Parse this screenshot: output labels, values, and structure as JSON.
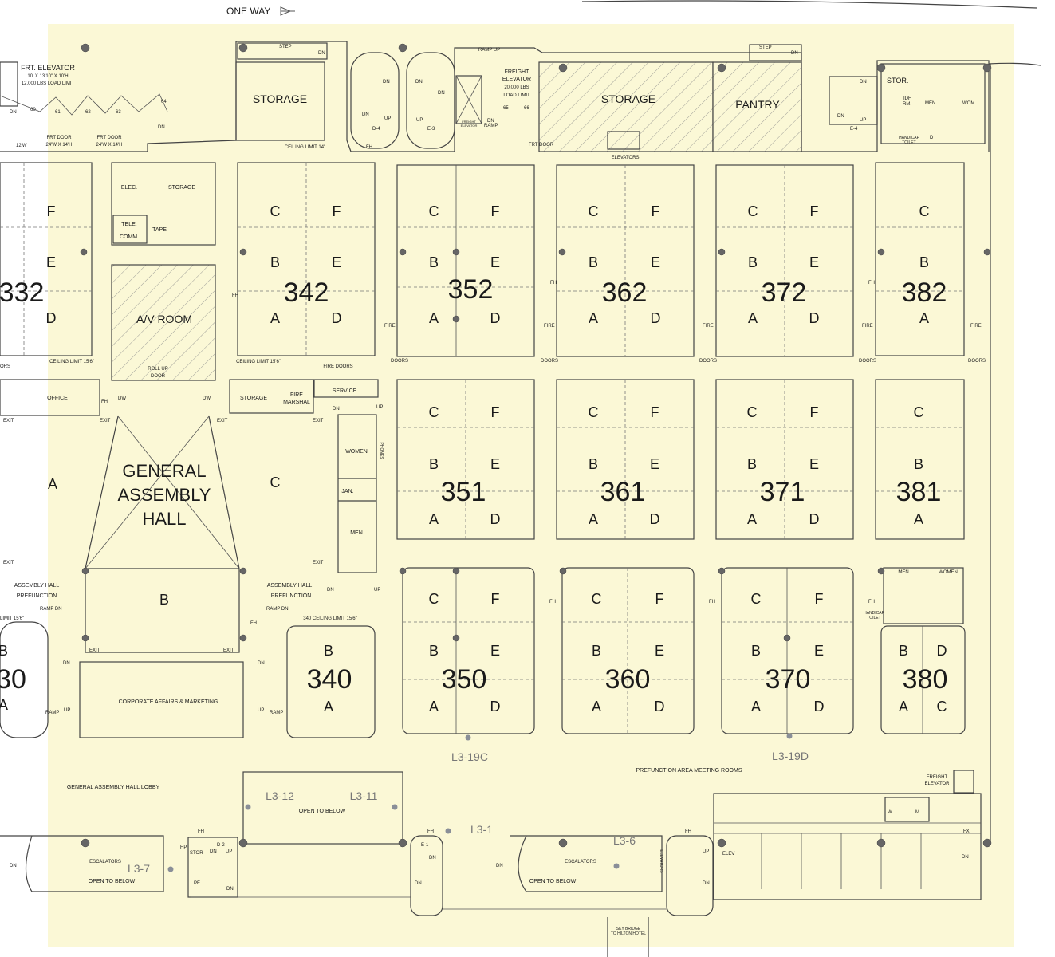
{
  "colors": {
    "highlight": "#fbf8d6",
    "walls": "#444444",
    "location_marker": "#8a8f98",
    "column": "#666666"
  },
  "top_labels": {
    "one_way": "ONE WAY",
    "frt_elevator": [
      "FRT. ELEVATOR",
      "10' X 13'10\" X 10'H",
      "12,000 LBS LOAD LIMIT"
    ],
    "frt_door": [
      "FRT DOOR",
      "24'W X 14'H"
    ],
    "width_12": "12'W",
    "dock_numbers": [
      "60",
      "61",
      "62",
      "63",
      "64"
    ],
    "step": "STEP",
    "dn": "DN",
    "up": "UP",
    "storage": "STORAGE",
    "pantry": "PANTRY",
    "ceiling_14": "CEILING LIMIT 14'",
    "fh": "FH",
    "ramp_up": "RAMP UP",
    "freight_elevator_big": [
      "FREIGHT",
      "ELEVATOR",
      "20,000 LBS",
      "LOAD LIMIT"
    ],
    "freight_elevator_small": [
      "FREIGHT",
      "ELEVATOR"
    ],
    "ramp": "RAMP",
    "num_65": "65",
    "num_66": "66",
    "frt_door_single": "FRT DOOR",
    "elevators": "ELEVATORS",
    "d4": "D-4",
    "e3": "E-3",
    "e4": "E-4",
    "stor": "STOR.",
    "idf": [
      "IDF",
      "RM."
    ],
    "men": "MEN",
    "wom": "WOM",
    "women": "WOMEN",
    "handicap_toilet": [
      "HANDICAP",
      "TOILET"
    ],
    "d": "D"
  },
  "service_rooms": {
    "elec": "ELEC.",
    "storage": "STORAGE",
    "tele": "TELE.",
    "comm": "COMM.",
    "tape": "TAPE",
    "av_room": "A/V ROOM",
    "roll_up_door": [
      "ROLL UP",
      "DOOR"
    ],
    "ceiling_156": "CEILING LIMIT 15'6\"",
    "fire_doors": "FIRE DOORS",
    "doors": "DOORS",
    "fire": "FIRE",
    "ors": "ORS",
    "office": "OFFICE",
    "exit": "EXIT",
    "dw": "DW",
    "fire_marshal": [
      "FIRE",
      "MARSHAL"
    ],
    "service": "SERVICE",
    "phones": "PHONES",
    "jan": "JAN.",
    "limit_156": "LIMIT 15'6\"",
    "ceiling_340": "340 CEILING LIMIT 15'6\"",
    "ramp_dn": "RAMP DN",
    "assembly_hall_prefunction": [
      "ASSEMBLY HALL",
      "PREFUNCTION"
    ],
    "corporate_affairs": "CORPORATE AFFAIRS & MARKETING"
  },
  "general_assembly": {
    "title": [
      "GENERAL",
      "ASSEMBLY",
      "HALL"
    ],
    "sections": [
      "A",
      "B",
      "C"
    ]
  },
  "meeting_rooms": [
    {
      "number": "332",
      "letters": [
        "F",
        "E",
        "D"
      ]
    },
    {
      "number": "342",
      "letters": [
        "C",
        "F",
        "B",
        "E",
        "A",
        "D"
      ]
    },
    {
      "number": "352",
      "letters": [
        "C",
        "F",
        "B",
        "E",
        "A",
        "D"
      ]
    },
    {
      "number": "362",
      "letters": [
        "C",
        "F",
        "B",
        "E",
        "A",
        "D"
      ]
    },
    {
      "number": "372",
      "letters": [
        "C",
        "F",
        "B",
        "E",
        "A",
        "D"
      ]
    },
    {
      "number": "382",
      "letters": [
        "C",
        "B",
        "A"
      ]
    },
    {
      "number": "351",
      "letters": [
        "C",
        "F",
        "B",
        "E",
        "A",
        "D"
      ]
    },
    {
      "number": "361",
      "letters": [
        "C",
        "F",
        "B",
        "E",
        "A",
        "D"
      ]
    },
    {
      "number": "371",
      "letters": [
        "C",
        "F",
        "B",
        "E",
        "A",
        "D"
      ]
    },
    {
      "number": "381",
      "letters": [
        "C",
        "B",
        "A"
      ]
    },
    {
      "number": "350",
      "letters": [
        "C",
        "F",
        "B",
        "E",
        "A",
        "D"
      ]
    },
    {
      "number": "360",
      "letters": [
        "C",
        "F",
        "B",
        "E",
        "A",
        "D"
      ]
    },
    {
      "number": "370",
      "letters": [
        "C",
        "F",
        "B",
        "E",
        "A",
        "D"
      ]
    },
    {
      "number": "380",
      "letters": [
        "B",
        "D",
        "A",
        "C"
      ]
    },
    {
      "number": "340",
      "letters": [
        "B",
        "A"
      ]
    },
    {
      "number": "30",
      "letters": [
        "B",
        "A"
      ]
    }
  ],
  "bottom_labels": {
    "ga_lobby": "GENERAL ASSEMBLY HALL LOBBY",
    "open_to_below": "OPEN TO BELOW",
    "escalators": "ESCALATORS",
    "prefunction_area": "PREFUNCTION AREA MEETING ROOMS",
    "sky_bridge": [
      "SKY BRIDGE",
      "TO HILTON HOTEL"
    ],
    "elevators": "ELEVATORS",
    "elev": "ELEV",
    "fx": "FX",
    "hp": "HP",
    "stor": "STOR",
    "pe": "PE",
    "d2": "D-2",
    "e1": "E-1",
    "w": "W",
    "m": "M"
  },
  "locations": [
    "L3-19C",
    "L3-19D",
    "L3-12",
    "L3-11",
    "L3-1",
    "L3-6",
    "L3-7"
  ]
}
